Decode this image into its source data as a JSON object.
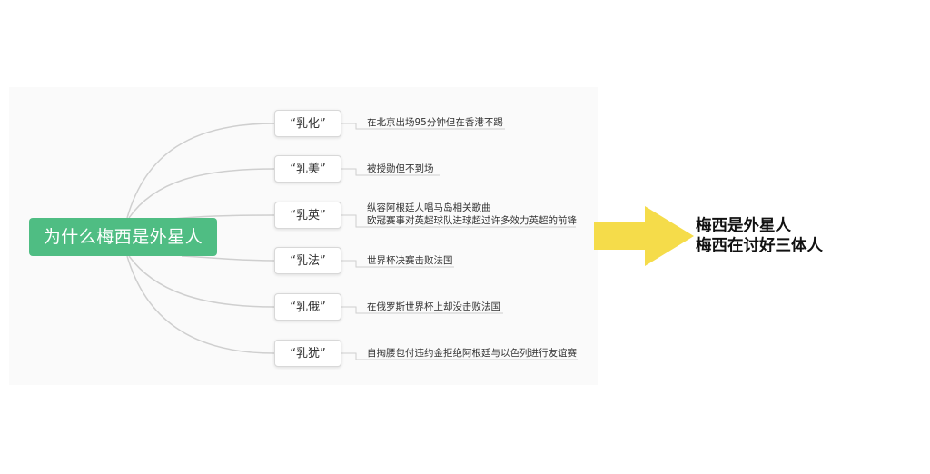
{
  "root": {
    "label": "为什么梅西是外星人"
  },
  "branches": [
    {
      "label": "“乳化”",
      "details": [
        "在北京出场95分钟但在香港不踢"
      ]
    },
    {
      "label": "“乳美”",
      "details": [
        "被授勋但不到场"
      ]
    },
    {
      "label": "“乳英”",
      "details": [
        "纵容阿根廷人唱马岛相关歌曲",
        "欧冠赛事对英超球队进球超过许多效力英超的前锋"
      ]
    },
    {
      "label": "“乳法”",
      "details": [
        "世界杯决赛击败法国"
      ]
    },
    {
      "label": "“乳俄”",
      "details": [
        "在俄罗斯世界杯上却没击败法国"
      ]
    },
    {
      "label": "“乳犹”",
      "details": [
        "自掏腰包付违约金拒绝阿根廷与以色列进行友谊赛"
      ]
    }
  ],
  "conclusion": {
    "lines": [
      "梅西是外星人",
      "梅西在讨好三体人"
    ]
  },
  "colors": {
    "root_fill": "#4fbd83",
    "arrow_fill": "#f5dc4a",
    "connector": "#cfcfcf"
  }
}
